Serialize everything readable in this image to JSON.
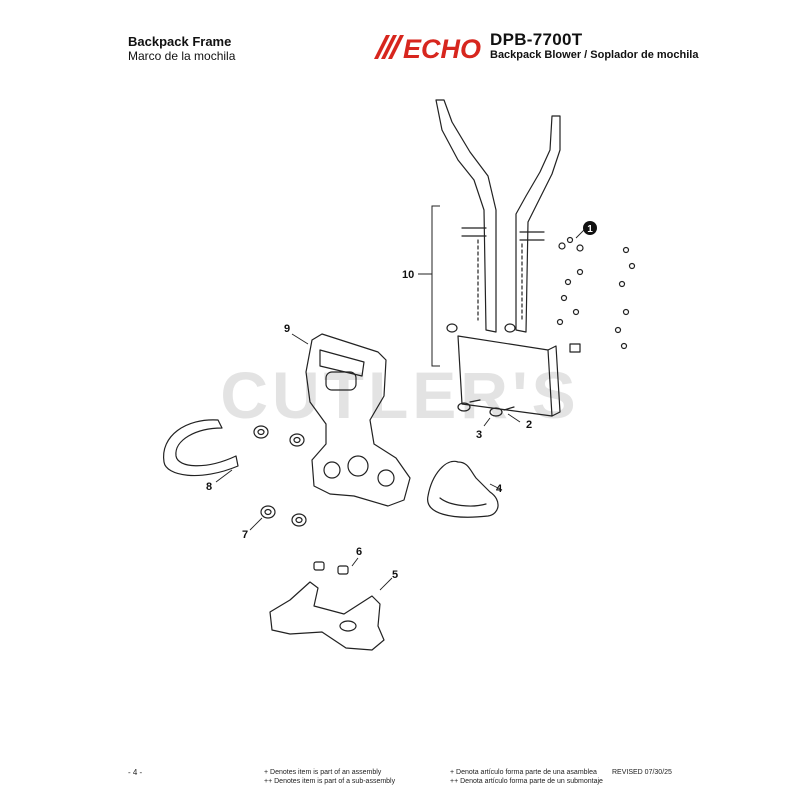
{
  "header": {
    "title": "Backpack Frame",
    "subtitle": "Marco de la mochila",
    "logo_text": "ECHO",
    "model": "DPB-7700T",
    "model_description": "Backpack Blower / Soplador de mochila"
  },
  "watermark": {
    "text": "CUTLER'S"
  },
  "callouts": [
    {
      "id": "callout-1",
      "label": "1"
    },
    {
      "id": "callout-2",
      "label": "2"
    },
    {
      "id": "callout-3",
      "label": "3"
    },
    {
      "id": "callout-4",
      "label": "4"
    },
    {
      "id": "callout-5",
      "label": "5"
    },
    {
      "id": "callout-6",
      "label": "6"
    },
    {
      "id": "callout-7",
      "label": "7"
    },
    {
      "id": "callout-8",
      "label": "8"
    },
    {
      "id": "callout-9",
      "label": "9"
    },
    {
      "id": "callout-10",
      "label": "10"
    }
  ],
  "footer": {
    "page_number": "- 4 -",
    "note_assembly_en": "+ Denotes item is part of an assembly",
    "note_subassembly_en": "++ Denotes item is part of a sub-assembly",
    "note_assembly_es": "+ Denota artículo forma parte de una asamblea",
    "note_subassembly_es": "++ Denota artículo forma parte de un submontaje",
    "revised": "REVISED 07/30/25"
  },
  "colors": {
    "logo_red": "#d7261e",
    "ink": "#111111",
    "watermark": "#e3e3e3"
  }
}
